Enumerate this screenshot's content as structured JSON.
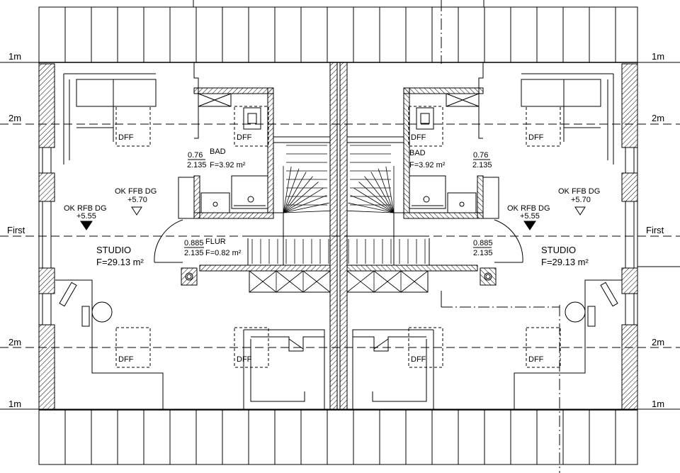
{
  "levels": {
    "left_1m_top": "1m",
    "right_1m_top": "1m",
    "left_2m_top": "2m",
    "right_2m_top": "2m",
    "left_first": "First",
    "right_first": "First",
    "left_2m_bottom": "2m",
    "right_2m_bottom": "2m",
    "left_1m_bottom": "1m",
    "right_1m_bottom": "1m"
  },
  "rooms": {
    "bad": "BAD",
    "bad_area": "F=3.92 m²",
    "flur": "FLUR",
    "flur_area": "F=0.82 m²",
    "studio": "STUDIO",
    "studio_area": "F=29.13 m²"
  },
  "dims": {
    "door_bad_top": "0.76",
    "door_bad_bottom": "2.135",
    "door_flur_top": "0.885",
    "door_flur_bottom": "2.135"
  },
  "skylight": "DFF",
  "levels_marks": {
    "rfb_label": "OK RFB DG",
    "rfb_value": "+5.55",
    "ffb_label": "OK FFB DG",
    "ffb_value": "+5.70"
  }
}
